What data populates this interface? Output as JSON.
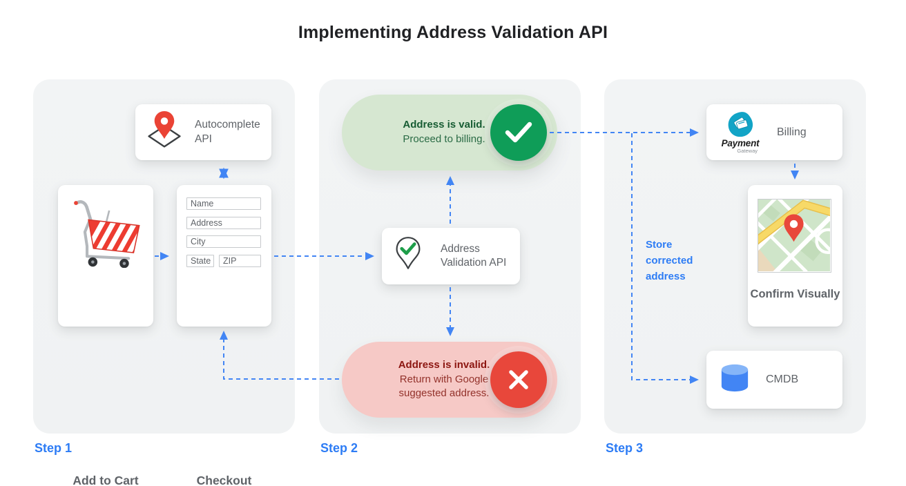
{
  "title": "Implementing Address Validation API",
  "steps": {
    "step1": "Step 1",
    "step2": "Step 2",
    "step3": "Step 3"
  },
  "step1": {
    "autocomplete_api_label": "Autocomplete API",
    "add_to_cart_label": "Add to Cart",
    "checkout_label": "Checkout",
    "form_fields": [
      "Name",
      "Address",
      "City",
      "State",
      "ZIP"
    ]
  },
  "step2": {
    "valid_title": "Address is valid.",
    "valid_subtitle": "Proceed to billing.",
    "validation_api_label": "Address Validation API",
    "invalid_title": "Address is invalid.",
    "invalid_subtitle": "Return with Google suggested address."
  },
  "step3": {
    "billing_label": "Billing",
    "payment_logo_title": "Payment",
    "payment_logo_subtitle": "Gateway",
    "confirm_label": "Confirm Visually",
    "cmdb_label": "CMDB",
    "store_note": "Store corrected address"
  },
  "colors": {
    "arrow_blue": "#4285f4",
    "step_label_blue": "#2d7cf5",
    "valid_green": "#0f9d58",
    "valid_pill_bg": "#d6e7d1",
    "invalid_red": "#e8473b",
    "invalid_pill_bg": "#f6c9c6",
    "pin_red": "#ea4335",
    "panel_bg": "#f1f3f4",
    "text_gray": "#5f6368"
  }
}
